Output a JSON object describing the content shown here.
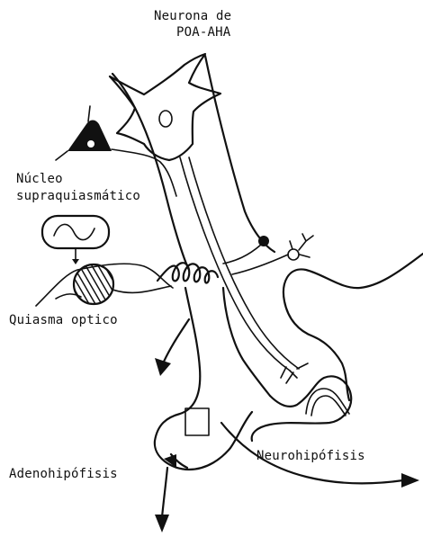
{
  "labels": {
    "neuron_line1": "Neurona de",
    "neuron_line2": "POA-AHA",
    "scn_line1": "Núcleo",
    "scn_line2": "supraquiasmático",
    "chiasm": "Quiasma optico",
    "adenohypophysis": "Adenohipófisis",
    "neurohypophysis": "Neurohipófisis"
  },
  "colors": {
    "ink": "#111111",
    "background": "#ffffff"
  }
}
